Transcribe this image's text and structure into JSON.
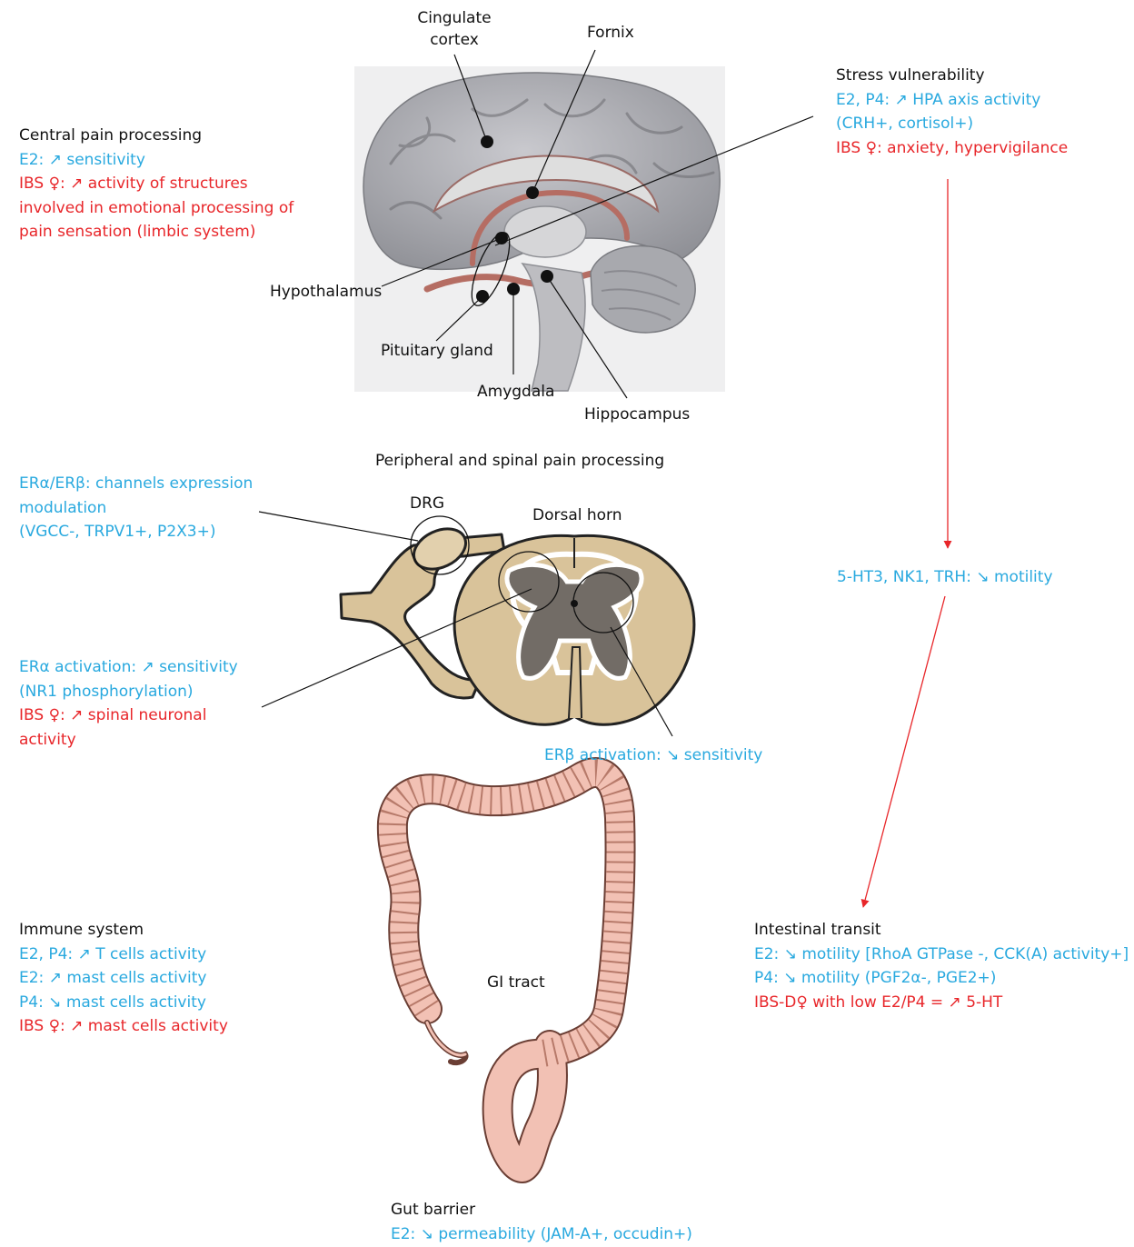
{
  "brain": {
    "cingulate_cortex": [
      "Cingulate",
      "cortex"
    ],
    "fornix": "Fornix",
    "hypothalamus": "Hypothalamus",
    "pituitary_gland": "Pituitary gland",
    "amygdala": "Amygdala",
    "hippocampus": "Hippocampus"
  },
  "central_pain": {
    "title": "Central pain processing",
    "lines_blue": [
      "E2: ↗ sensitivity"
    ],
    "lines_red": [
      "IBS ♀: ↗ activity of structures",
      "involved in emotional processing of",
      "pain sensation (limbic system)"
    ]
  },
  "stress": {
    "title": "Stress vulnerability",
    "lines_blue": [
      "E2, P4: ↗ HPA axis activity",
      "(CRH+, cortisol+)"
    ],
    "lines_red": [
      "IBS ♀: anxiety, hypervigilance"
    ]
  },
  "peripheral": {
    "title": "Peripheral and spinal pain processing",
    "drg": "DRG",
    "dorsal_horn": "Dorsal horn",
    "er_ab": [
      "ERα/ERβ: channels expression",
      "modulation",
      "(VGCC-, TRPV1+, P2X3+)"
    ],
    "era_blue": [
      "ERα activation: ↗ sensitivity",
      "(NR1 phosphorylation)"
    ],
    "era_red": [
      "IBS ♀: ↗ spinal neuronal",
      "activity"
    ],
    "erb": "ERβ activation: ↘ sensitivity"
  },
  "motility_center": "5-HT3, NK1, TRH: ↘ motility",
  "gi_tract": "GI tract",
  "immune": {
    "title": "Immune system",
    "lines_blue": [
      "E2, P4: ↗ T cells activity",
      "E2: ↗ mast cells activity",
      "P4: ↘ mast cells activity"
    ],
    "lines_red": [
      "IBS ♀: ↗ mast cells activity"
    ]
  },
  "transit": {
    "title": "Intestinal transit",
    "lines_blue": [
      "E2: ↘ motility [RhoA GTPase -, CCK(A) activity+]",
      "P4: ↘ motility (PGF2α-, PGE2+)"
    ],
    "lines_red": [
      "IBS-D♀ with low  E2/P4 = ↗ 5-HT"
    ]
  },
  "gut_barrier": {
    "title": "Gut barrier",
    "lines_blue": [
      "E2: ↘ permeability (JAM-A+, occudin+)"
    ]
  },
  "colors": {
    "blue": "#29a9df",
    "red": "#e8262a",
    "black": "#111111"
  }
}
